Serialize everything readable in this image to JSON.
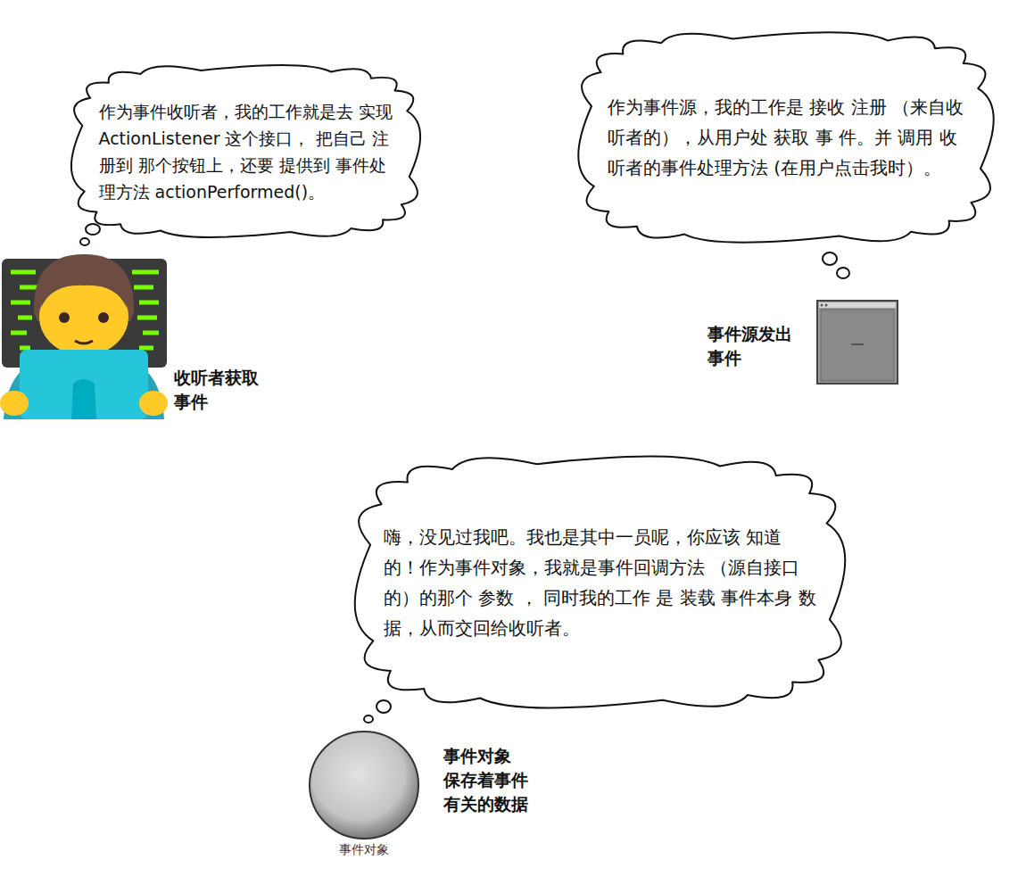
{
  "diagram": {
    "nodes": [
      {
        "text": [
          "作为事件收听者，我的工作就是去 实现 ActionListener 这个接口， 把自己 注册到 那个按钮上，还要 提供到 事件处理方法 actionPerformed()。"
        ]
      },
      {
        "text": [
          "作为事件源，我的工作是 接收 注册 （来自收听者的），从用户处 获取 事 件。并 调用 收听者的事件处理方法 (在用户点击我时）。"
        ]
      },
      {
        "text": [
          "嗨，没见过我吧。我也是其中一员呢，你应该 知道的！作为事件对象，我就是事件回调方法 （源自接口的）的那个 参数 ， 同时我的工作 是 装载 事件本身 数据，从而交回给收听者。"
        ]
      },
      {
        "text": [
          "事件对象"
        ]
      }
    ],
    "labels": [
      "收听者获取 事件",
      "事件源发出 事件",
      "事件对象 保存着事件 有关的数据"
    ]
  }
}
